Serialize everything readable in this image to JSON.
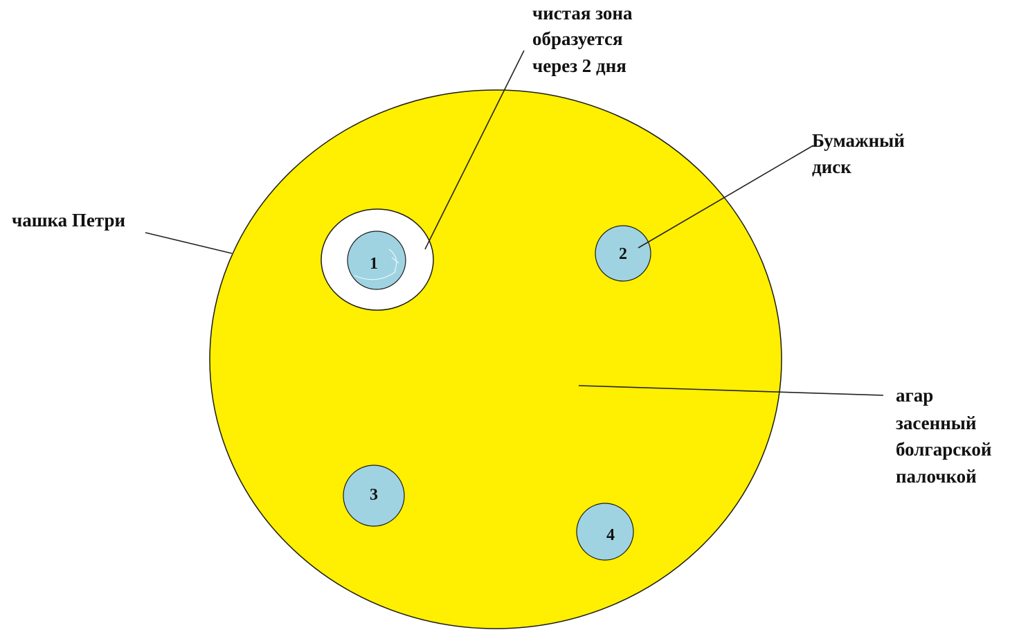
{
  "colors": {
    "agar": "#ffef00",
    "disk": "#9fd3e1",
    "clear_zone": "#ffffff",
    "outline": "#1a1a1a"
  },
  "labels": {
    "clear_zone": [
      "чистая зона",
      "образуется",
      "через 2 дня"
    ],
    "paper_disk": [
      "Бумажный",
      "диск"
    ],
    "petri_dish": [
      "чашка Петри"
    ],
    "agar": [
      "агар",
      "засенный",
      "болгарской",
      "палочкой"
    ]
  },
  "disks": [
    {
      "number": "1",
      "has_clear_zone": true
    },
    {
      "number": "2",
      "has_clear_zone": false
    },
    {
      "number": "3",
      "has_clear_zone": false
    },
    {
      "number": "4",
      "has_clear_zone": false
    }
  ]
}
